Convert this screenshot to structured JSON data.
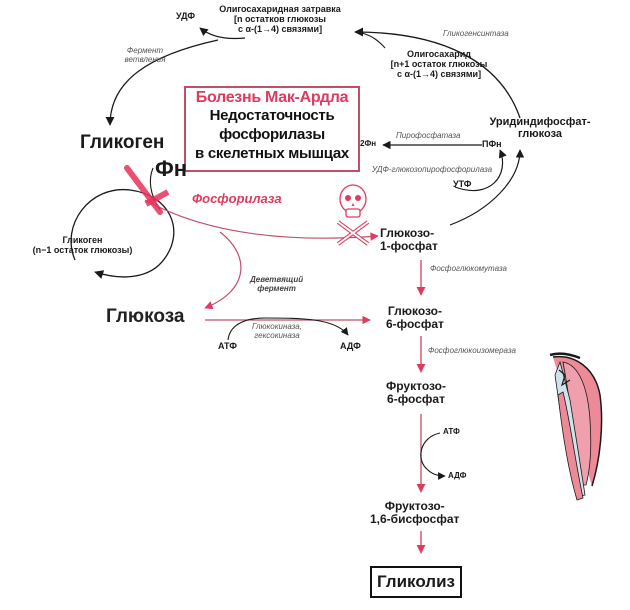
{
  "disease_box": {
    "title": "Болезнь Мак-Ардла",
    "lines": [
      "Недостаточность",
      "фосфорилазы",
      "в скелетных мышцах"
    ]
  },
  "metabolites": {
    "glycogen": "Гликоген",
    "pi": "Фн",
    "glycogen_n_minus_1_line1": "Гликоген",
    "glycogen_n_minus_1_line2": "(n−1 остаток глюкозы)",
    "glucose": "Глюкоза",
    "g1p_line1": "Глюкозо-",
    "g1p_line2": "1-фосфат",
    "g6p_line1": "Глюкозо-",
    "g6p_line2": "6-фосфат",
    "f6p_line1": "Фруктозо-",
    "f6p_line2": "6-фосфат",
    "f16bp_line1": "Фруктозо-",
    "f16bp_line2": "1,6-бисфосфат",
    "glycolysis": "Гликолиз",
    "oligo_primer_line1": "Олигосахаридная затравка",
    "oligo_primer_line2": "[n остатков глюкозы",
    "oligo_primer_line3": "с α-(1→4) связями]",
    "oligo_line1": "Олигосахарид",
    "oligo_line2": "[n+1 остаток глюкозы",
    "oligo_line3": "с α-(1→4) связями]",
    "udpg_line1": "Уридиндифосфат-",
    "udpg_line2": "глюкоза"
  },
  "cofactors": {
    "udp": "УДФ",
    "two_pi": "2Фн",
    "ppi": "ПФн",
    "utp": "УТФ",
    "atp_1": "АТФ",
    "adp_1": "АДФ",
    "atp_2": "АТФ",
    "adp_2": "АДФ"
  },
  "enzymes": {
    "branching_line1": "Фермент",
    "branching_line2": "ветвления",
    "glycogen_synthase": "Гликогенсинтаза",
    "pyrophosphatase": "Пирофосфатаза",
    "udpg_pyrophosphorylase": "УДФ-глюкозопирофосфорилаза",
    "phosphorylase": "Фосфорилаза",
    "debranching_line1": "Деветвящий",
    "debranching_line2": "фермент",
    "glucokinase_line1": "Глюкокиназа,",
    "glucokinase_line2": "гексокиназа",
    "phosphoglucomutase": "Фосфоглюкомутаза",
    "phosphoglucoisomerase": "Фосфоглюкоизомераза"
  },
  "colors": {
    "accent_red": "#e03a5f",
    "block_red": "#e8325a",
    "black": "#1a1a1a",
    "muscle_pink": "#ec8a98",
    "tendon_blue": "#cfe3ea"
  }
}
